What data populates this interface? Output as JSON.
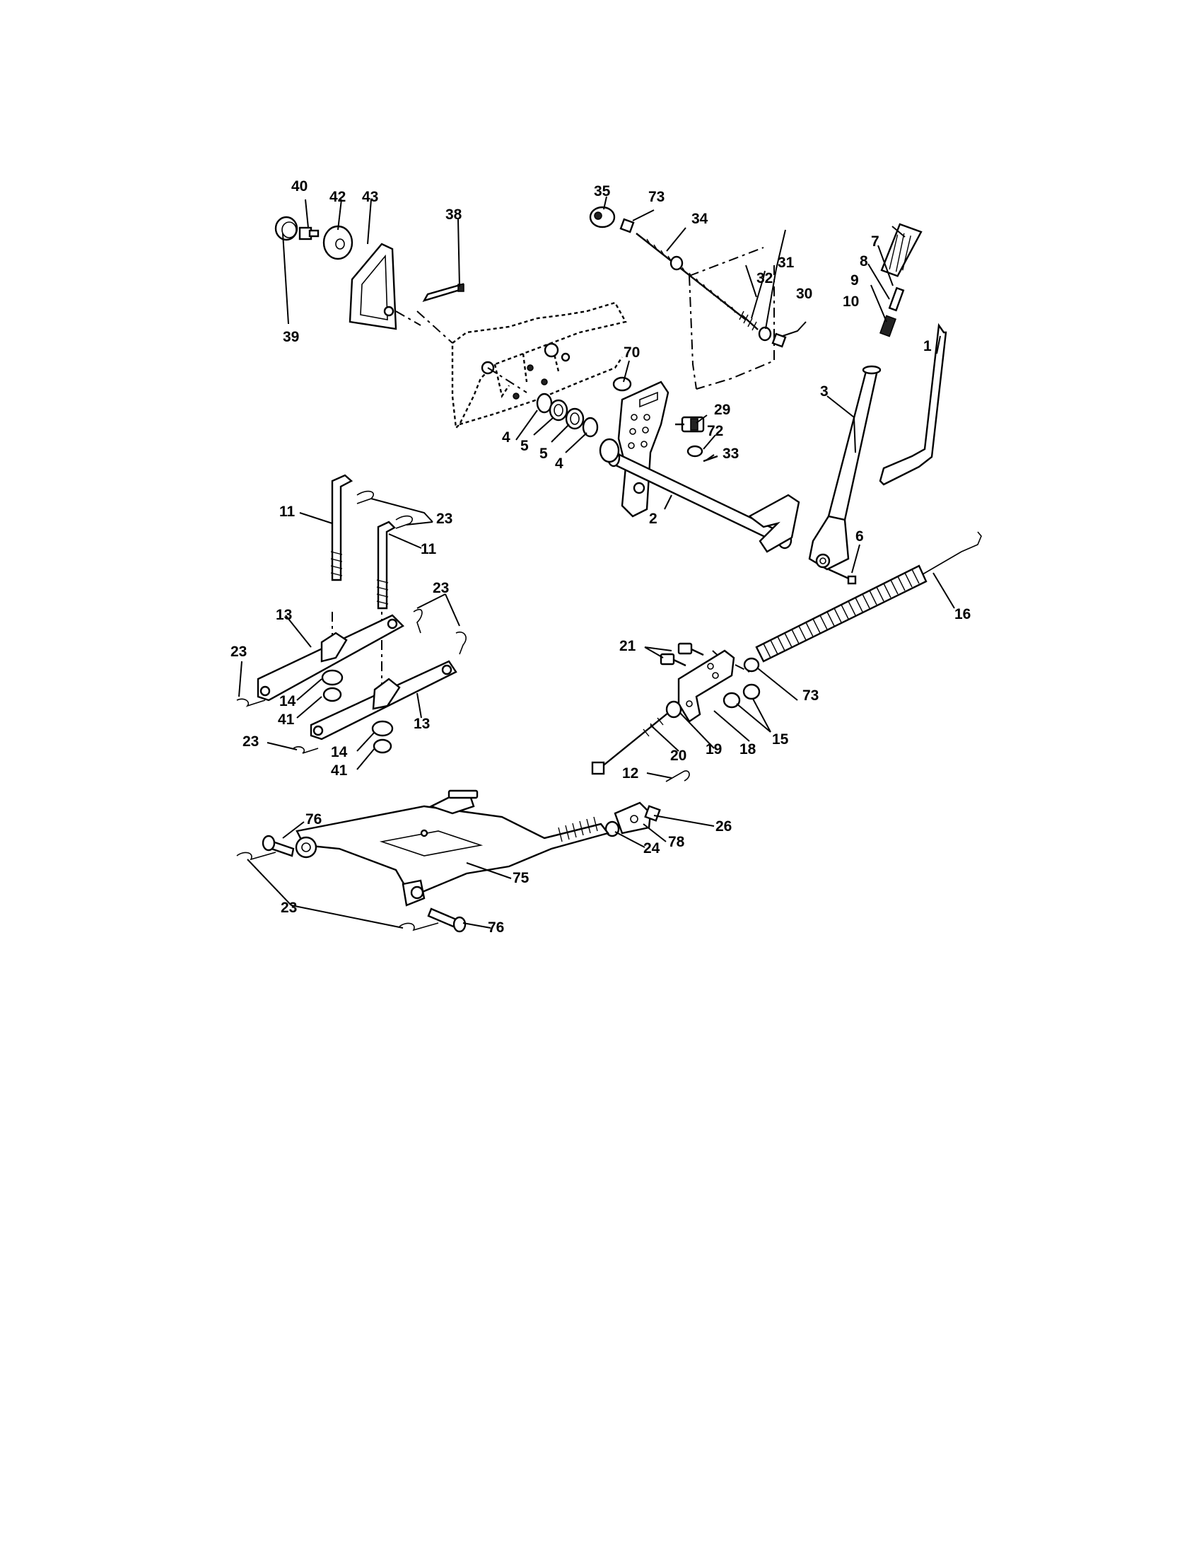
{
  "callouts": {
    "c1": "1",
    "c2": "2",
    "c3": "3",
    "c4a": "4",
    "c4b": "4",
    "c5a": "5",
    "c5b": "5",
    "c6": "6",
    "c7": "7",
    "c8": "8",
    "c9": "9",
    "c10": "10",
    "c11a": "11",
    "c11b": "11",
    "c12": "12",
    "c13a": "13",
    "c13b": "13",
    "c14a": "14",
    "c14b": "14",
    "c15": "15",
    "c16": "16",
    "c18": "18",
    "c19": "19",
    "c20": "20",
    "c21": "21",
    "c23a": "23",
    "c23b": "23",
    "c23c": "23",
    "c23d": "23",
    "c23e": "23",
    "c24": "24",
    "c26": "26",
    "c29": "29",
    "c30": "30",
    "c31": "31",
    "c32": "32",
    "c33": "33",
    "c34": "34",
    "c35": "35",
    "c38": "38",
    "c39": "39",
    "c40": "40",
    "c41a": "41",
    "c41b": "41",
    "c42": "42",
    "c43": "43",
    "c70": "70",
    "c72": "72",
    "c73a": "73",
    "c73b": "73",
    "c75": "75",
    "c76a": "76",
    "c76b": "76",
    "c78": "78"
  }
}
